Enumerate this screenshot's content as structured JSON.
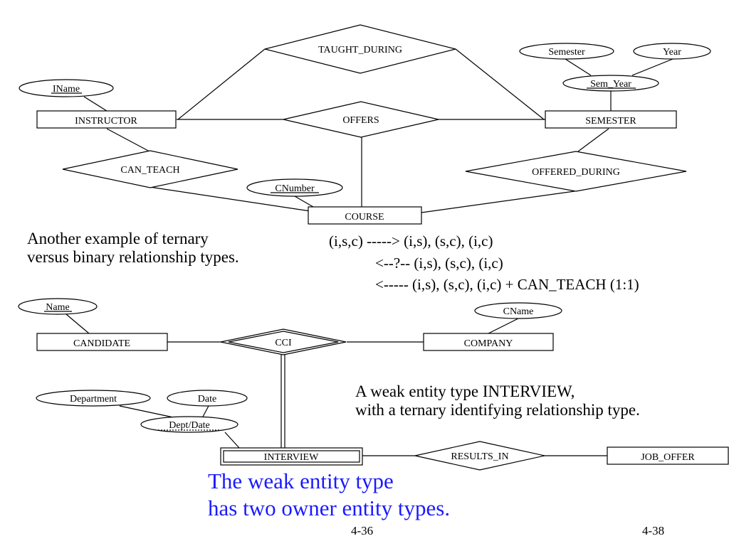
{
  "diagram_top": {
    "entities": {
      "instructor": "INSTRUCTOR",
      "semester": "SEMESTER",
      "course": "COURSE"
    },
    "relationships": {
      "taught_during": "TAUGHT_DURING",
      "offers": "OFFERS",
      "can_teach": "CAN_TEACH",
      "offered_during": "OFFERED_DURING"
    },
    "attributes": {
      "iname": "IName",
      "semester": "Semester",
      "year": "Year",
      "sem_year": "Sem_Year",
      "cnumber": "CNumber"
    }
  },
  "caption_top": {
    "line1": "Another example of ternary",
    "line2": "versus binary relationship types."
  },
  "notes": {
    "line1": "(i,s,c) -----> (i,s), (s,c), (i,c)",
    "line2": "<--?-- (i,s), (s,c), (i,c)",
    "line3": "<----- (i,s), (s,c), (i,c) + CAN_TEACH (1:1)"
  },
  "diagram_bottom": {
    "entities": {
      "candidate": "CANDIDATE",
      "company": "COMPANY",
      "interview": "INTERVIEW",
      "job_offer": "JOB_OFFER"
    },
    "relationships": {
      "cci": "CCI",
      "results_in": "RESULTS_IN"
    },
    "attributes": {
      "name": "Name",
      "cname": "CName",
      "department": "Department",
      "date": "Date",
      "dept_date": "Dept/Date"
    }
  },
  "caption_bottom": {
    "line1": "A weak entity type INTERVIEW,",
    "line2": "with a ternary identifying relationship type."
  },
  "blue_caption": {
    "line1": "The weak entity type",
    "line2": "has two owner entity types."
  },
  "page_numbers": {
    "left": "4-36",
    "right": "4-38"
  },
  "colors": {
    "blue_text": "#1a1aff",
    "stroke": "#000000"
  }
}
